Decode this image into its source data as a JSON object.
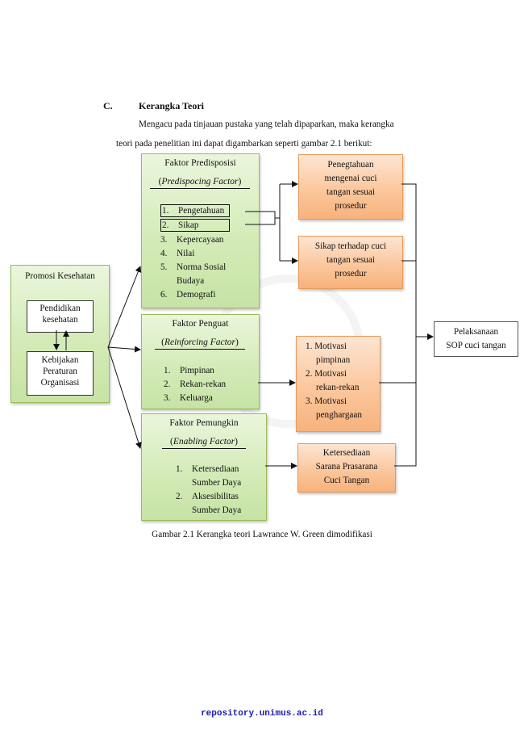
{
  "section": {
    "letter": "C.",
    "title": "Kerangka Teori"
  },
  "paragraph": {
    "line1": "Mengacu pada tinjauan pustaka yang telah dipaparkan, maka kerangka",
    "line2": "teori pada penelitian ini dapat digambarkan seperti gambar 2.1 berikut:"
  },
  "diagram": {
    "promosi": {
      "title": "Promosi Kesehatan",
      "pendidikan": [
        "Pendidikan",
        "kesehatan"
      ],
      "kebijakan": [
        "Kebijakan",
        "Peraturan",
        "Organisasi"
      ]
    },
    "predisposisi": {
      "title": "Faktor Predisposisi",
      "subtitle": "Predispocing Factor",
      "items": [
        {
          "num": "1.",
          "text": "Pengetahuan"
        },
        {
          "num": "2.",
          "text": "Sikap"
        },
        {
          "num": "3.",
          "text": "Kepercayaan"
        },
        {
          "num": "4.",
          "text": "Nilai"
        },
        {
          "num": "5.",
          "text": "Norma Sosial"
        },
        {
          "num": "",
          "text": "Budaya"
        },
        {
          "num": "6.",
          "text": "Demografi"
        }
      ]
    },
    "penguat": {
      "title": "Faktor Penguat",
      "subtitle": "Reinforcing Factor",
      "items": [
        {
          "num": "1.",
          "text": "Pimpinan"
        },
        {
          "num": "2.",
          "text": "Rekan-rekan"
        },
        {
          "num": "3.",
          "text": "Keluarga"
        }
      ]
    },
    "pemungkin": {
      "title": "Faktor Pemungkin",
      "subtitle": "Enabling Factor",
      "items": [
        {
          "num": "1.",
          "text": "Ketersediaan"
        },
        {
          "num": "",
          "text": "Sumber Daya"
        },
        {
          "num": "2.",
          "text": "Aksesibilitas"
        },
        {
          "num": "",
          "text": "Sumber Daya"
        }
      ]
    },
    "pengetahuan_box": [
      "Penegtahuan",
      "mengenai cuci",
      "tangan sesuai",
      "prosedur"
    ],
    "sikap_box": [
      "Sikap terhadap cuci",
      "tangan sesuai",
      "prosedur"
    ],
    "motivasi_box": [
      {
        "num": "1.",
        "text": "Motivasi"
      },
      {
        "num": "",
        "text": "pimpinan"
      },
      {
        "num": "2.",
        "text": "Motivasi"
      },
      {
        "num": "",
        "text": "rekan-rekan"
      },
      {
        "num": "3.",
        "text": "Motivasi"
      },
      {
        "num": "",
        "text": "penghargaan"
      }
    ],
    "sarana_box": [
      "Ketersediaan",
      "Sarana Prasarana",
      "Cuci Tangan"
    ],
    "pelaksanaan_box": [
      "Pelaksanaan",
      "SOP cuci tangan"
    ]
  },
  "caption": "Gambar 2.1 Kerangka teori Lawrance W. Green dimodifikasi",
  "footer": "repository.unimus.ac.id",
  "colors": {
    "green_border": "#9bbb59",
    "orange_border": "#e69b5a",
    "footer_link": "#1a1ab3"
  }
}
